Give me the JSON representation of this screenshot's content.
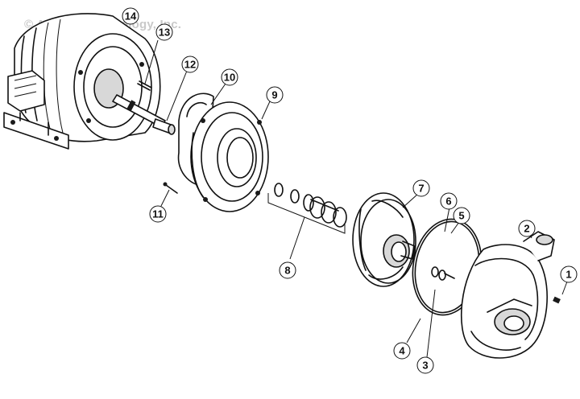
{
  "watermark": "© Aquatic Technology, Inc.",
  "callouts": [
    "1",
    "2",
    "3",
    "4",
    "5",
    "6",
    "7",
    "8",
    "9",
    "10",
    "11",
    "12",
    "13",
    "14"
  ],
  "colors": {
    "ink": "#111111",
    "watermark": "#c9c9c9",
    "background": "#ffffff"
  }
}
